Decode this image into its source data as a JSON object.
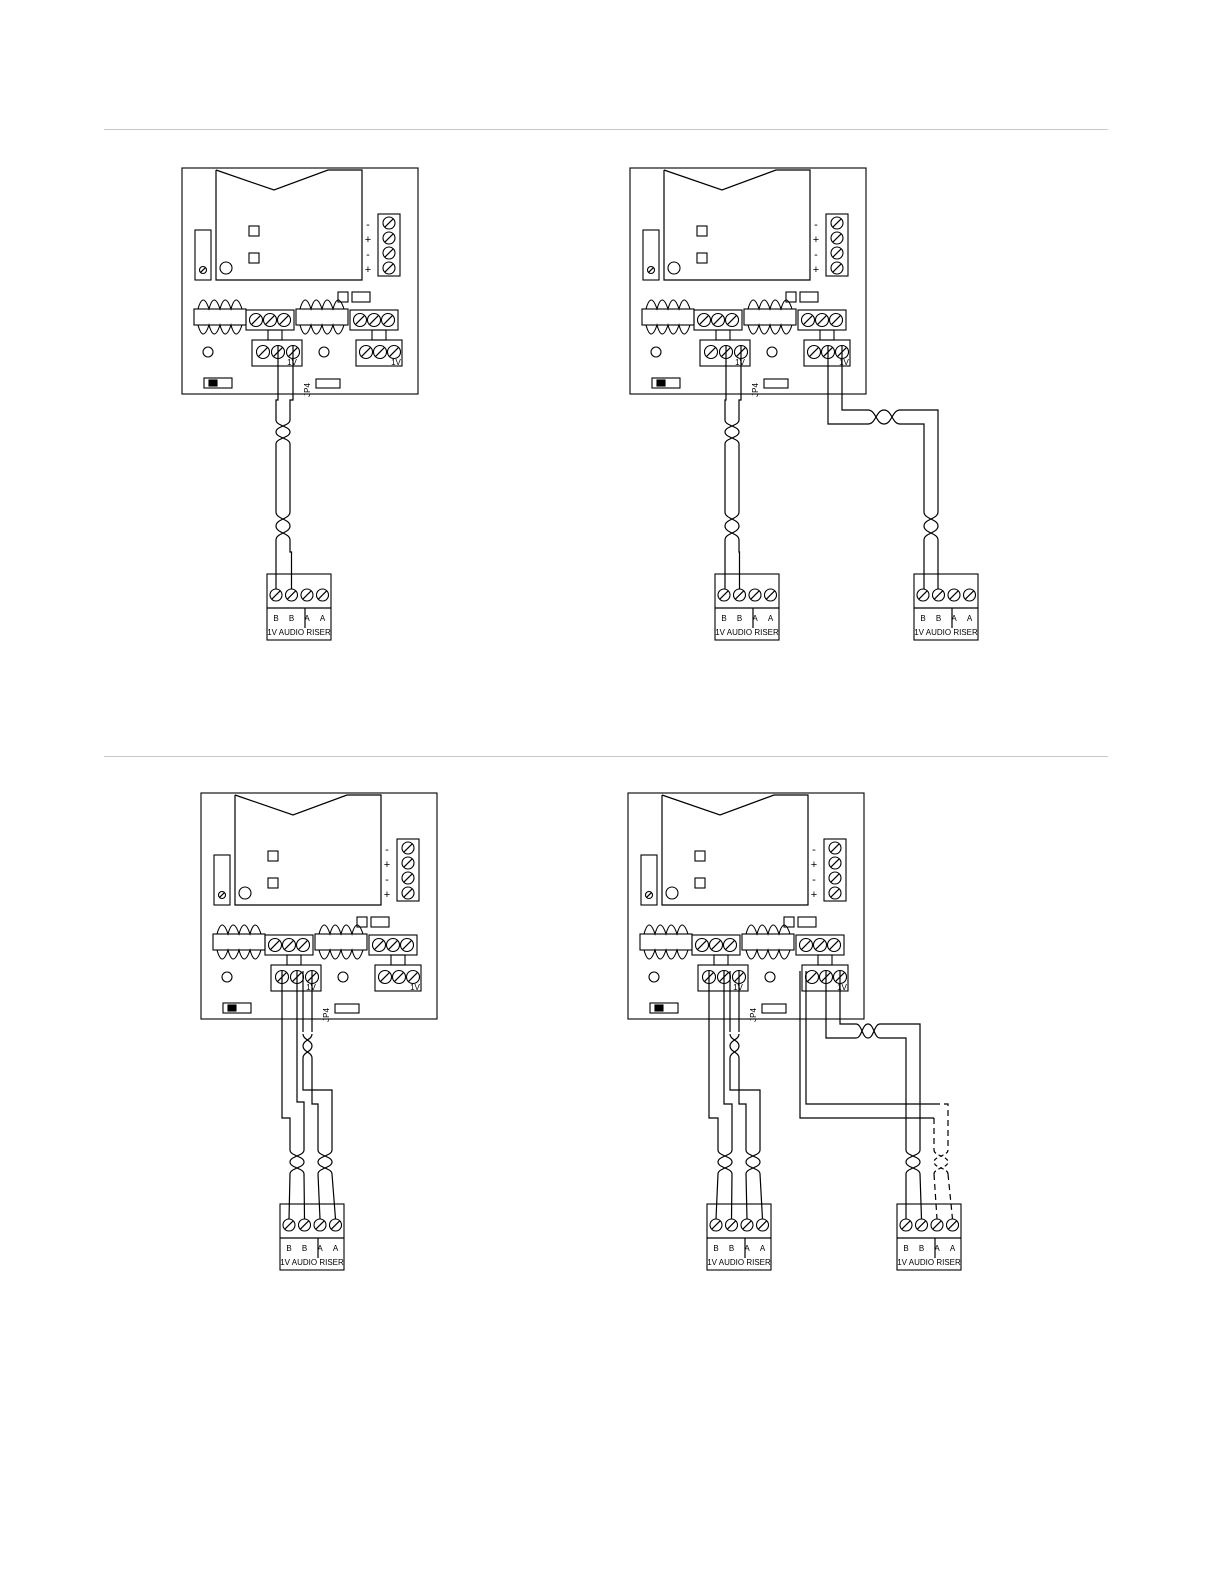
{
  "labels": {
    "terminal_pins": [
      "B",
      "B",
      "A",
      "A"
    ],
    "terminal_caption": "1V AUDIO  RISER",
    "board_terminal": "1V",
    "jumper": "JP4",
    "polarity": [
      "-",
      "+",
      "-",
      "+"
    ]
  },
  "colors": {
    "ink": "#000000",
    "rule": "#c8c8c8",
    "paper": "#ffffff"
  },
  "diagrams": [
    {
      "id": "top-left",
      "variant": "single-pair-one-device"
    },
    {
      "id": "top-right",
      "variant": "single-pair-two-devices"
    },
    {
      "id": "bottom-left",
      "variant": "dual-pair-one-device"
    },
    {
      "id": "bottom-right",
      "variant": "dual-pair-two-devices-optional"
    }
  ]
}
